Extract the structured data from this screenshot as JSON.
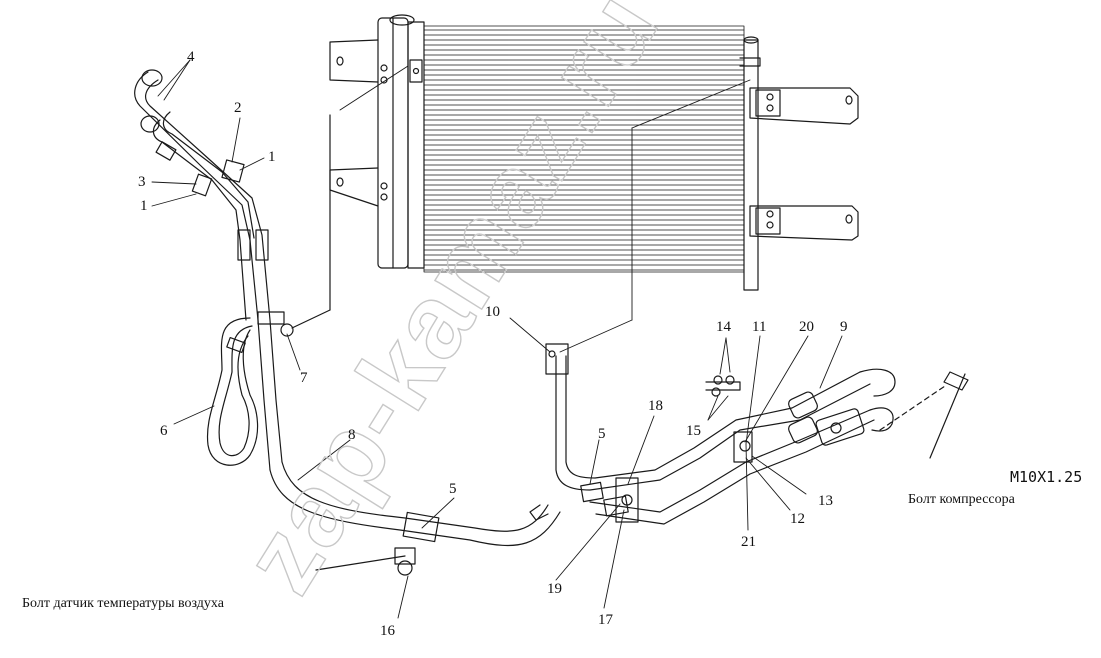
{
  "labels": {
    "l1a": "1",
    "l1b": "1",
    "l2": "2",
    "l3": "3",
    "l4": "4",
    "l5a": "5",
    "l5b": "5",
    "l6": "6",
    "l7": "7",
    "l8": "8",
    "l9": "9",
    "l10": "10",
    "l11": "11",
    "l12": "12",
    "l13": "13",
    "l14": "14",
    "l15": "15",
    "l16": "16",
    "l17": "17",
    "l18": "18",
    "l19": "19",
    "l20": "20",
    "l21": "21"
  },
  "captions": {
    "compressor_bolt": "Болт компрессора",
    "thread_spec": "M10X1.25",
    "air_temp_sensor_bolt": "Болт датчик температуры воздуха"
  },
  "watermark": "zap-kamaz.ru",
  "colors": {
    "line": "#1a1a1a",
    "watermark": "#cfcfcf",
    "background": "#ffffff"
  }
}
